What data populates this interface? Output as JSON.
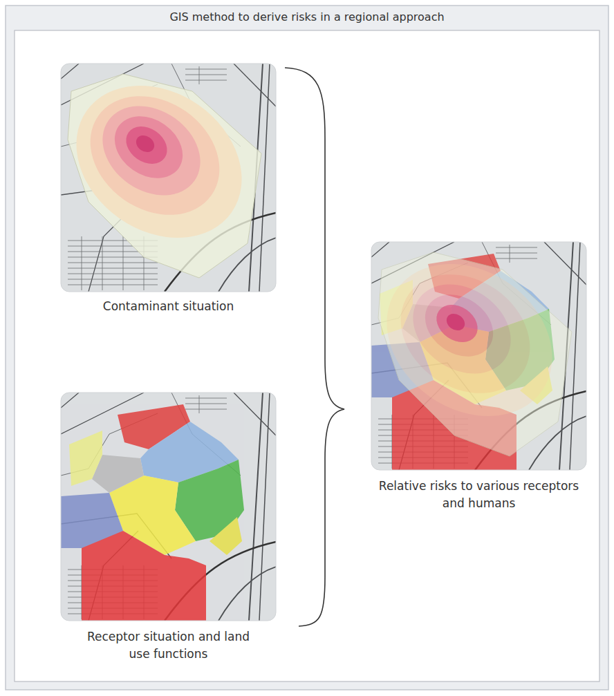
{
  "diagram": {
    "title": "GIS method to derive risks in a regional approach",
    "nodes": [
      {
        "text": [
          "Contaminant situation"
        ]
      },
      {
        "text": [
          "Receptor situation and land use functions"
        ]
      },
      {
        "text": [
          "Relative risks to various receptors and humans"
        ]
      }
    ]
  }
}
